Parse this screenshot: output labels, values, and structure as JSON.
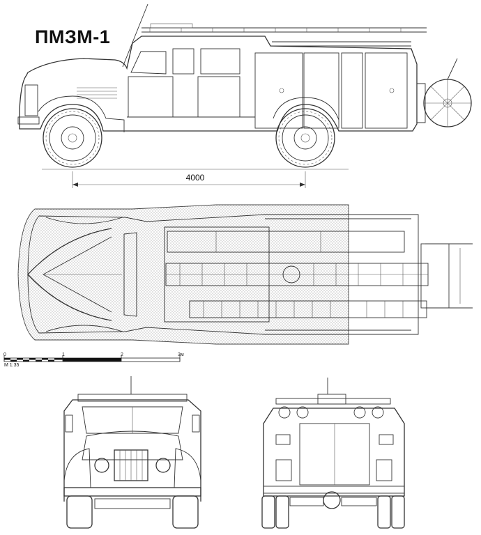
{
  "title": "ПМЗМ-1",
  "dimension": {
    "wheelbase_label": "4000"
  },
  "scale_bar": {
    "ticks": [
      "0",
      "1",
      "2",
      "3м"
    ],
    "ratio": "М 1:35"
  },
  "colors": {
    "line": "#333333",
    "background": "#ffffff",
    "hatch": "#bdbdbd"
  }
}
